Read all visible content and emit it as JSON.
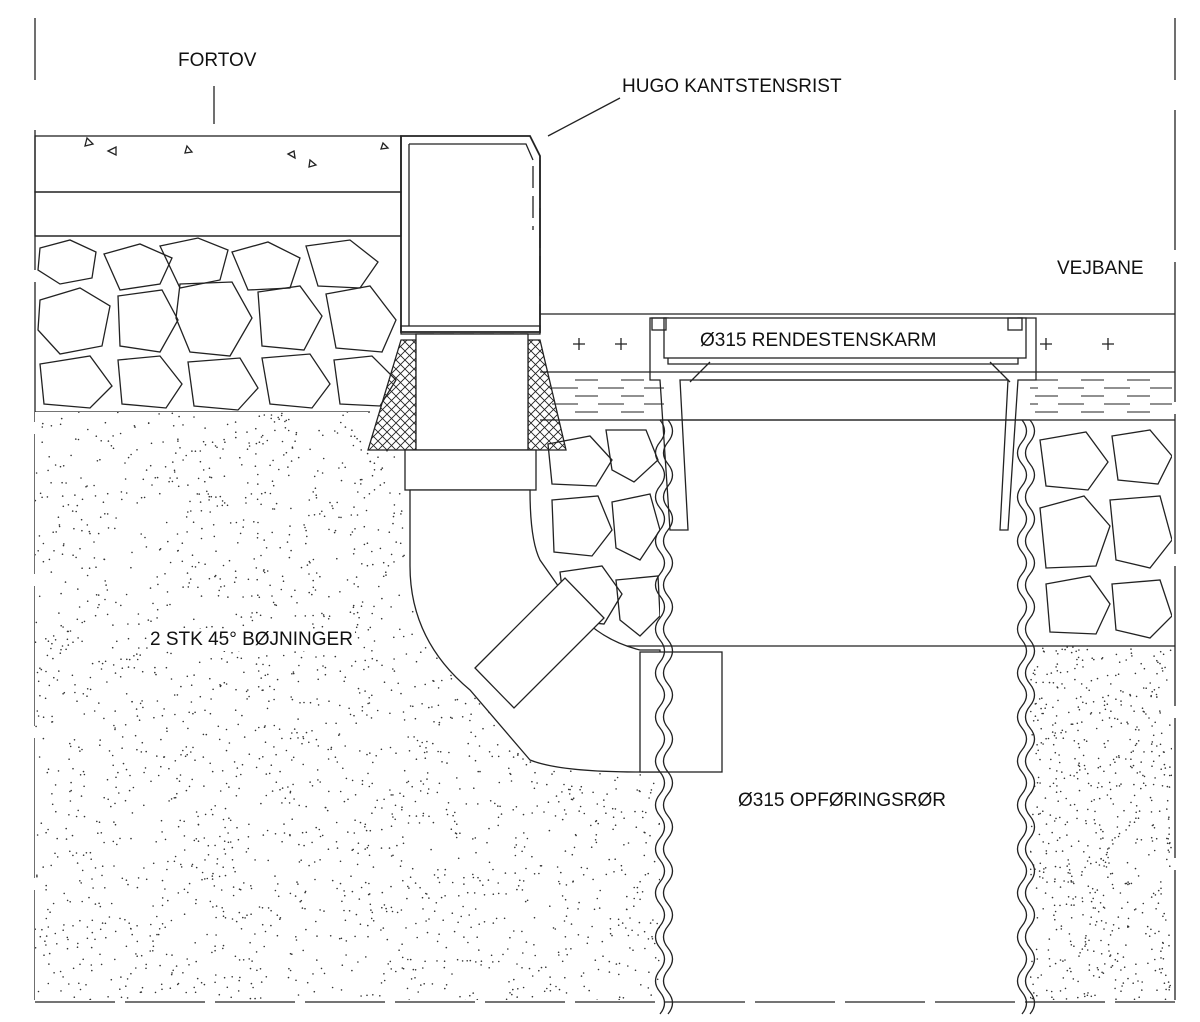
{
  "labels": {
    "fortov": "FORTOV",
    "kantstensrist": "HUGO KANTSTENSRIST",
    "vejbane": "VEJBANE",
    "rendestenskarm": "Ø315 RENDESTENSKARM",
    "bojninger": "2 STK 45° BØJNINGER",
    "opforingsror": "Ø315 OPFØRINGSRØR"
  },
  "colors": {
    "line": "#222222",
    "background": "#ffffff"
  }
}
